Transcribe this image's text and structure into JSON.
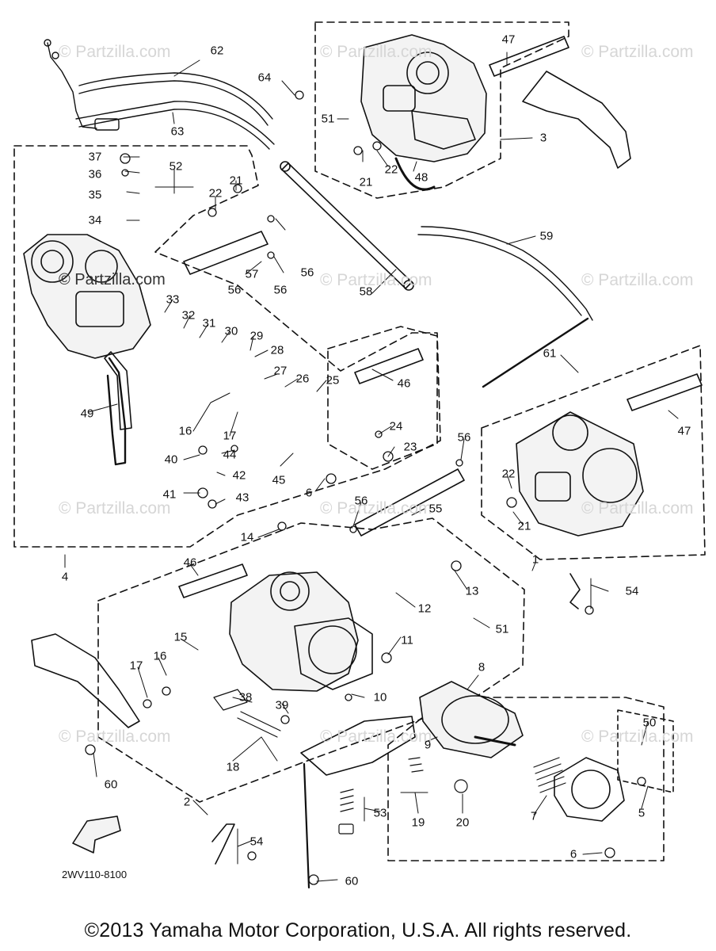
{
  "watermarks": [
    "© Partzilla.com",
    "© Partzilla.com",
    "© Partzilla.com",
    "© Partzilla.com",
    "© Partzilla.com",
    "© Partzilla.com",
    "© Partzilla.com",
    "© Partzilla.com",
    "© Partzilla.com",
    "© Partzilla.com",
    "© Partzilla.com",
    "© Partzilla.com"
  ],
  "callouts": {
    "c62": "62",
    "c63": "63",
    "c64": "64",
    "c47a": "47",
    "c3": "3",
    "c51a": "51",
    "c22a": "22",
    "c21a": "21",
    "c48": "48",
    "c37": "37",
    "c36": "36",
    "c35": "35",
    "c34": "34",
    "c52": "52",
    "c22b": "22",
    "c21b": "21",
    "c56a": "56",
    "c57": "57",
    "c56b": "56",
    "c56c": "56",
    "c58": "58",
    "c59": "59",
    "c33": "33",
    "c32": "32",
    "c31": "31",
    "c30": "30",
    "c29": "29",
    "c28": "28",
    "c27": "27",
    "c26": "26",
    "c25": "25",
    "c46a": "46",
    "c61": "61",
    "c49": "49",
    "c16a": "16",
    "c17a": "17",
    "c40": "40",
    "c44": "44",
    "c42": "42",
    "c41": "41",
    "c43": "43",
    "c45": "45",
    "c6a": "6",
    "c24": "24",
    "c23": "23",
    "c56d": "56",
    "c47b": "47",
    "c22c": "22",
    "c21c": "21",
    "c56e": "56",
    "c55": "55",
    "c4": "4",
    "c14": "14",
    "c46b": "46",
    "c13": "13",
    "c12": "12",
    "c1": "1",
    "c54a": "54",
    "c51b": "51",
    "c11": "11",
    "c15": "15",
    "c16b": "16",
    "c17b": "17",
    "c8": "8",
    "c38": "38",
    "c39": "39",
    "c10": "10",
    "c9": "9",
    "c18": "18",
    "c60a": "60",
    "c2": "2",
    "c53": "53",
    "c19": "19",
    "c20": "20",
    "c7": "7",
    "c50": "50",
    "c5": "5",
    "c54b": "54",
    "c6b": "6",
    "c60b": "60"
  },
  "drawing_code": "2WV110-8100",
  "copyright": "©2013 Yamaha Motor Corporation, U.S.A. All rights reserved."
}
